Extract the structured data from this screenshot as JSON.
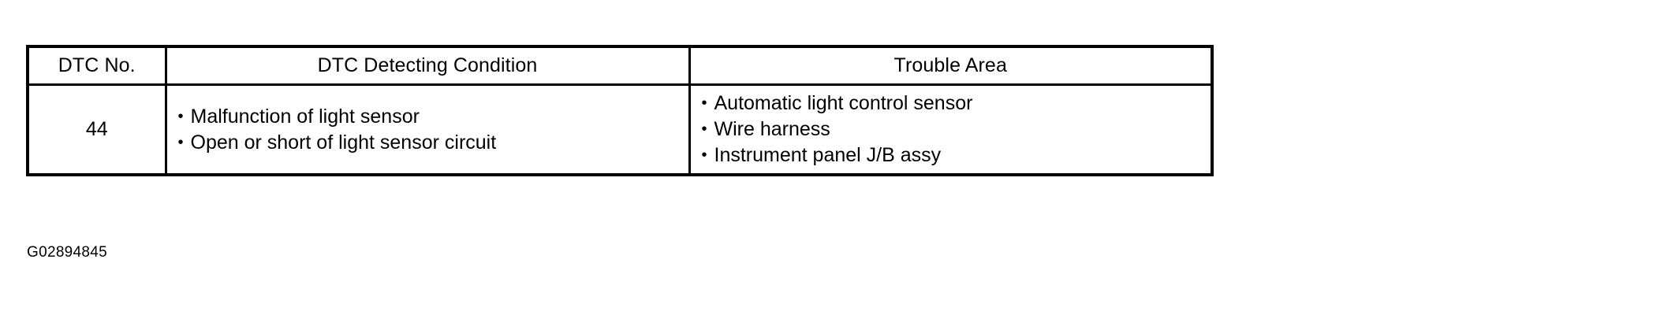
{
  "table": {
    "columns": [
      {
        "key": "dtc_no",
        "label": "DTC No."
      },
      {
        "key": "condition",
        "label": "DTC Detecting Condition"
      },
      {
        "key": "trouble",
        "label": "Trouble Area"
      }
    ],
    "rows": [
      {
        "dtc_no": "44",
        "condition": [
          "Malfunction of light sensor",
          "Open or short of light sensor circuit"
        ],
        "trouble": [
          "Automatic light control sensor",
          "Wire harness",
          "Instrument panel J/B assy"
        ]
      }
    ],
    "bullet_glyph": "•"
  },
  "caption": {
    "text": "G02894845"
  },
  "colors": {
    "border": "#000000",
    "text": "#000000",
    "background": "#ffffff"
  }
}
